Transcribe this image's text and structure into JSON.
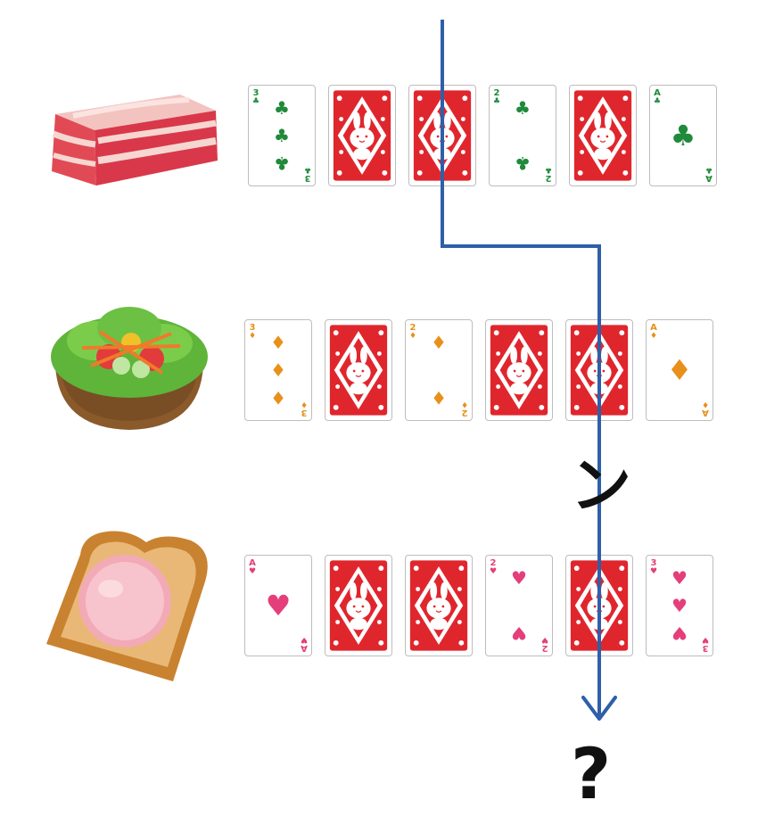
{
  "rows": [
    {
      "food": "bacon",
      "food_icon": "bacon-icon",
      "suit_name": "clubs",
      "suit": "♣",
      "color": "#1f8a3a",
      "cards": [
        {
          "face": "up",
          "rank": "3"
        },
        {
          "face": "down"
        },
        {
          "face": "down"
        },
        {
          "face": "up",
          "rank": "2"
        },
        {
          "face": "down"
        },
        {
          "face": "up",
          "rank": "A"
        }
      ]
    },
    {
      "food": "salad",
      "food_icon": "salad-bowl-icon",
      "suit_name": "diamonds",
      "suit": "♦",
      "color": "#e8901a",
      "cards": [
        {
          "face": "up",
          "rank": "3"
        },
        {
          "face": "down"
        },
        {
          "face": "up",
          "rank": "2"
        },
        {
          "face": "down"
        },
        {
          "face": "down"
        },
        {
          "face": "up",
          "rank": "A"
        }
      ]
    },
    {
      "food": "ham-toast",
      "food_icon": "ham-toast-icon",
      "suit_name": "hearts",
      "suit": "♥",
      "color": "#e43f7a",
      "cards": [
        {
          "face": "up",
          "rank": "A"
        },
        {
          "face": "down"
        },
        {
          "face": "down"
        },
        {
          "face": "up",
          "rank": "2"
        },
        {
          "face": "down"
        },
        {
          "face": "up",
          "rank": "3"
        }
      ]
    }
  ],
  "card_back_color": "#e0262d",
  "path_color": "#2e5fa8",
  "hint_glyph": "ン",
  "question": "?"
}
